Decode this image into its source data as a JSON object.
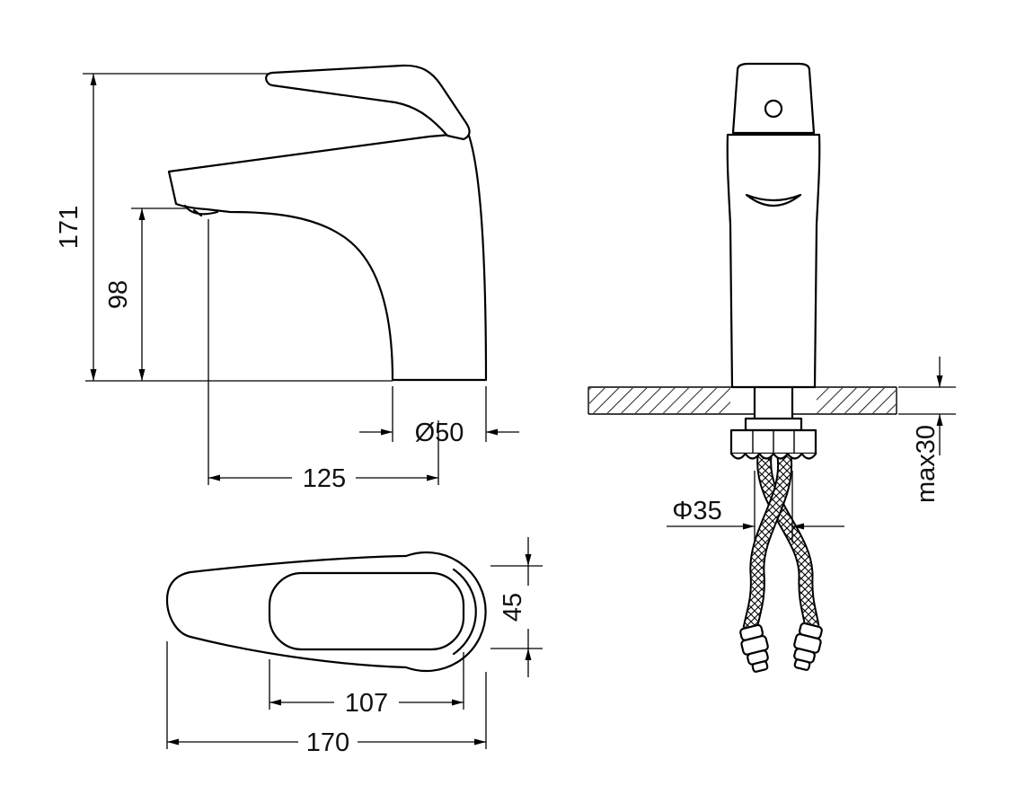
{
  "drawing": {
    "kind": "faucet-technical-drawing",
    "colors": {
      "line": "#000000",
      "background": "#ffffff",
      "text": "#111111"
    },
    "dims": {
      "side": {
        "total_height": "171",
        "spout_height": "98",
        "base_diameter": "Ø50",
        "spout_reach": "125"
      },
      "front": {
        "hole_diameter": "Φ35",
        "max_counter_thickness": "max30"
      },
      "top": {
        "handle_width": "45",
        "handle_length": "107",
        "total_length": "170"
      }
    }
  }
}
